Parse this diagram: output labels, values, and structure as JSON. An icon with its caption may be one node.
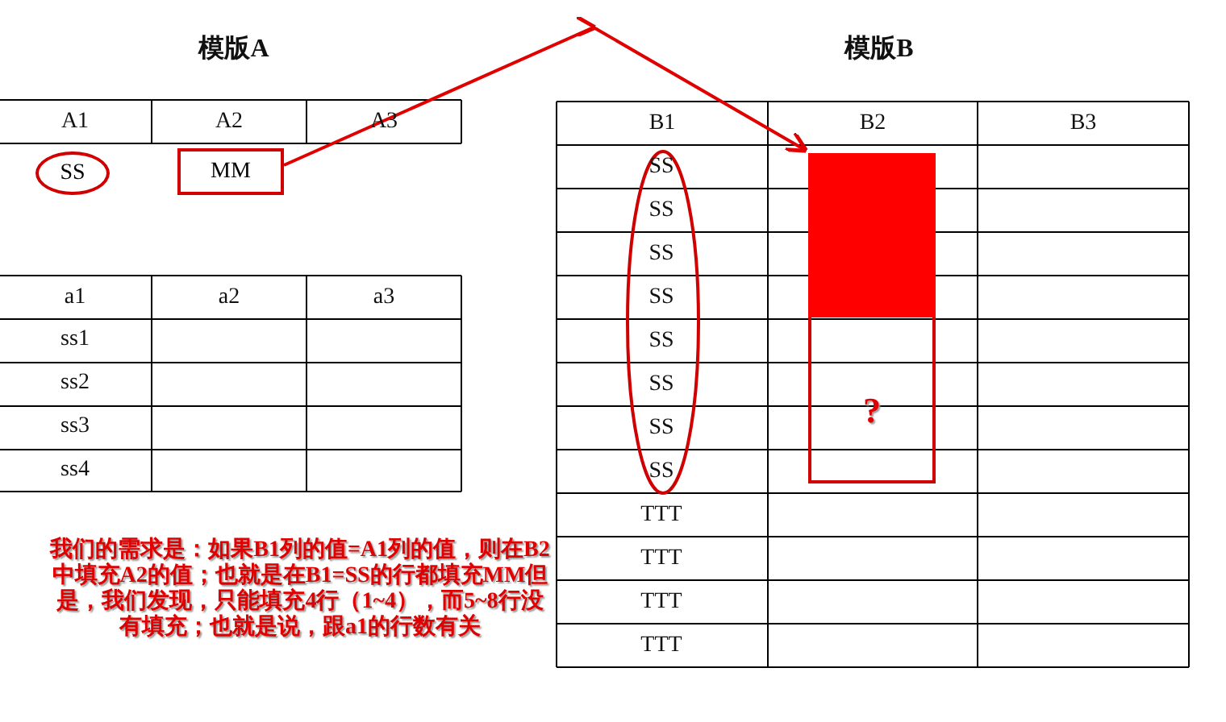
{
  "diagram": {
    "nodes": [
      {
        "text": [
          "SS"
        ]
      },
      {
        "text": [
          "MM"
        ]
      },
      {
        "text": [
          "?"
        ]
      },
      {
        "text": [],
        "shape": "bar",
        "in": 2
      }
    ],
    "edges": [
      {
        "from": 1,
        "to": 3,
        "arrow": "to"
      }
    ],
    "labels": [
      "模版A",
      "A1",
      "A2",
      "A3",
      "a1",
      "a2",
      "a3",
      "ss1",
      "ss2",
      "ss3",
      "ss4",
      "模版B",
      "B1",
      "B2",
      "B3",
      "SS",
      "SS",
      "SS",
      "SS",
      "SS",
      "SS",
      "SS",
      "SS",
      "TTT",
      "TTT",
      "TTT",
      "TTT",
      "我们的需求是：如果B1列的值=A1列的值，则在B2中填充A2的值；也就是在B1=SS的行都填充MM但是，我们发现，只能填充4行（1~4），而5~8行没有填充；也就是说，跟a1的行数有关"
    ]
  }
}
